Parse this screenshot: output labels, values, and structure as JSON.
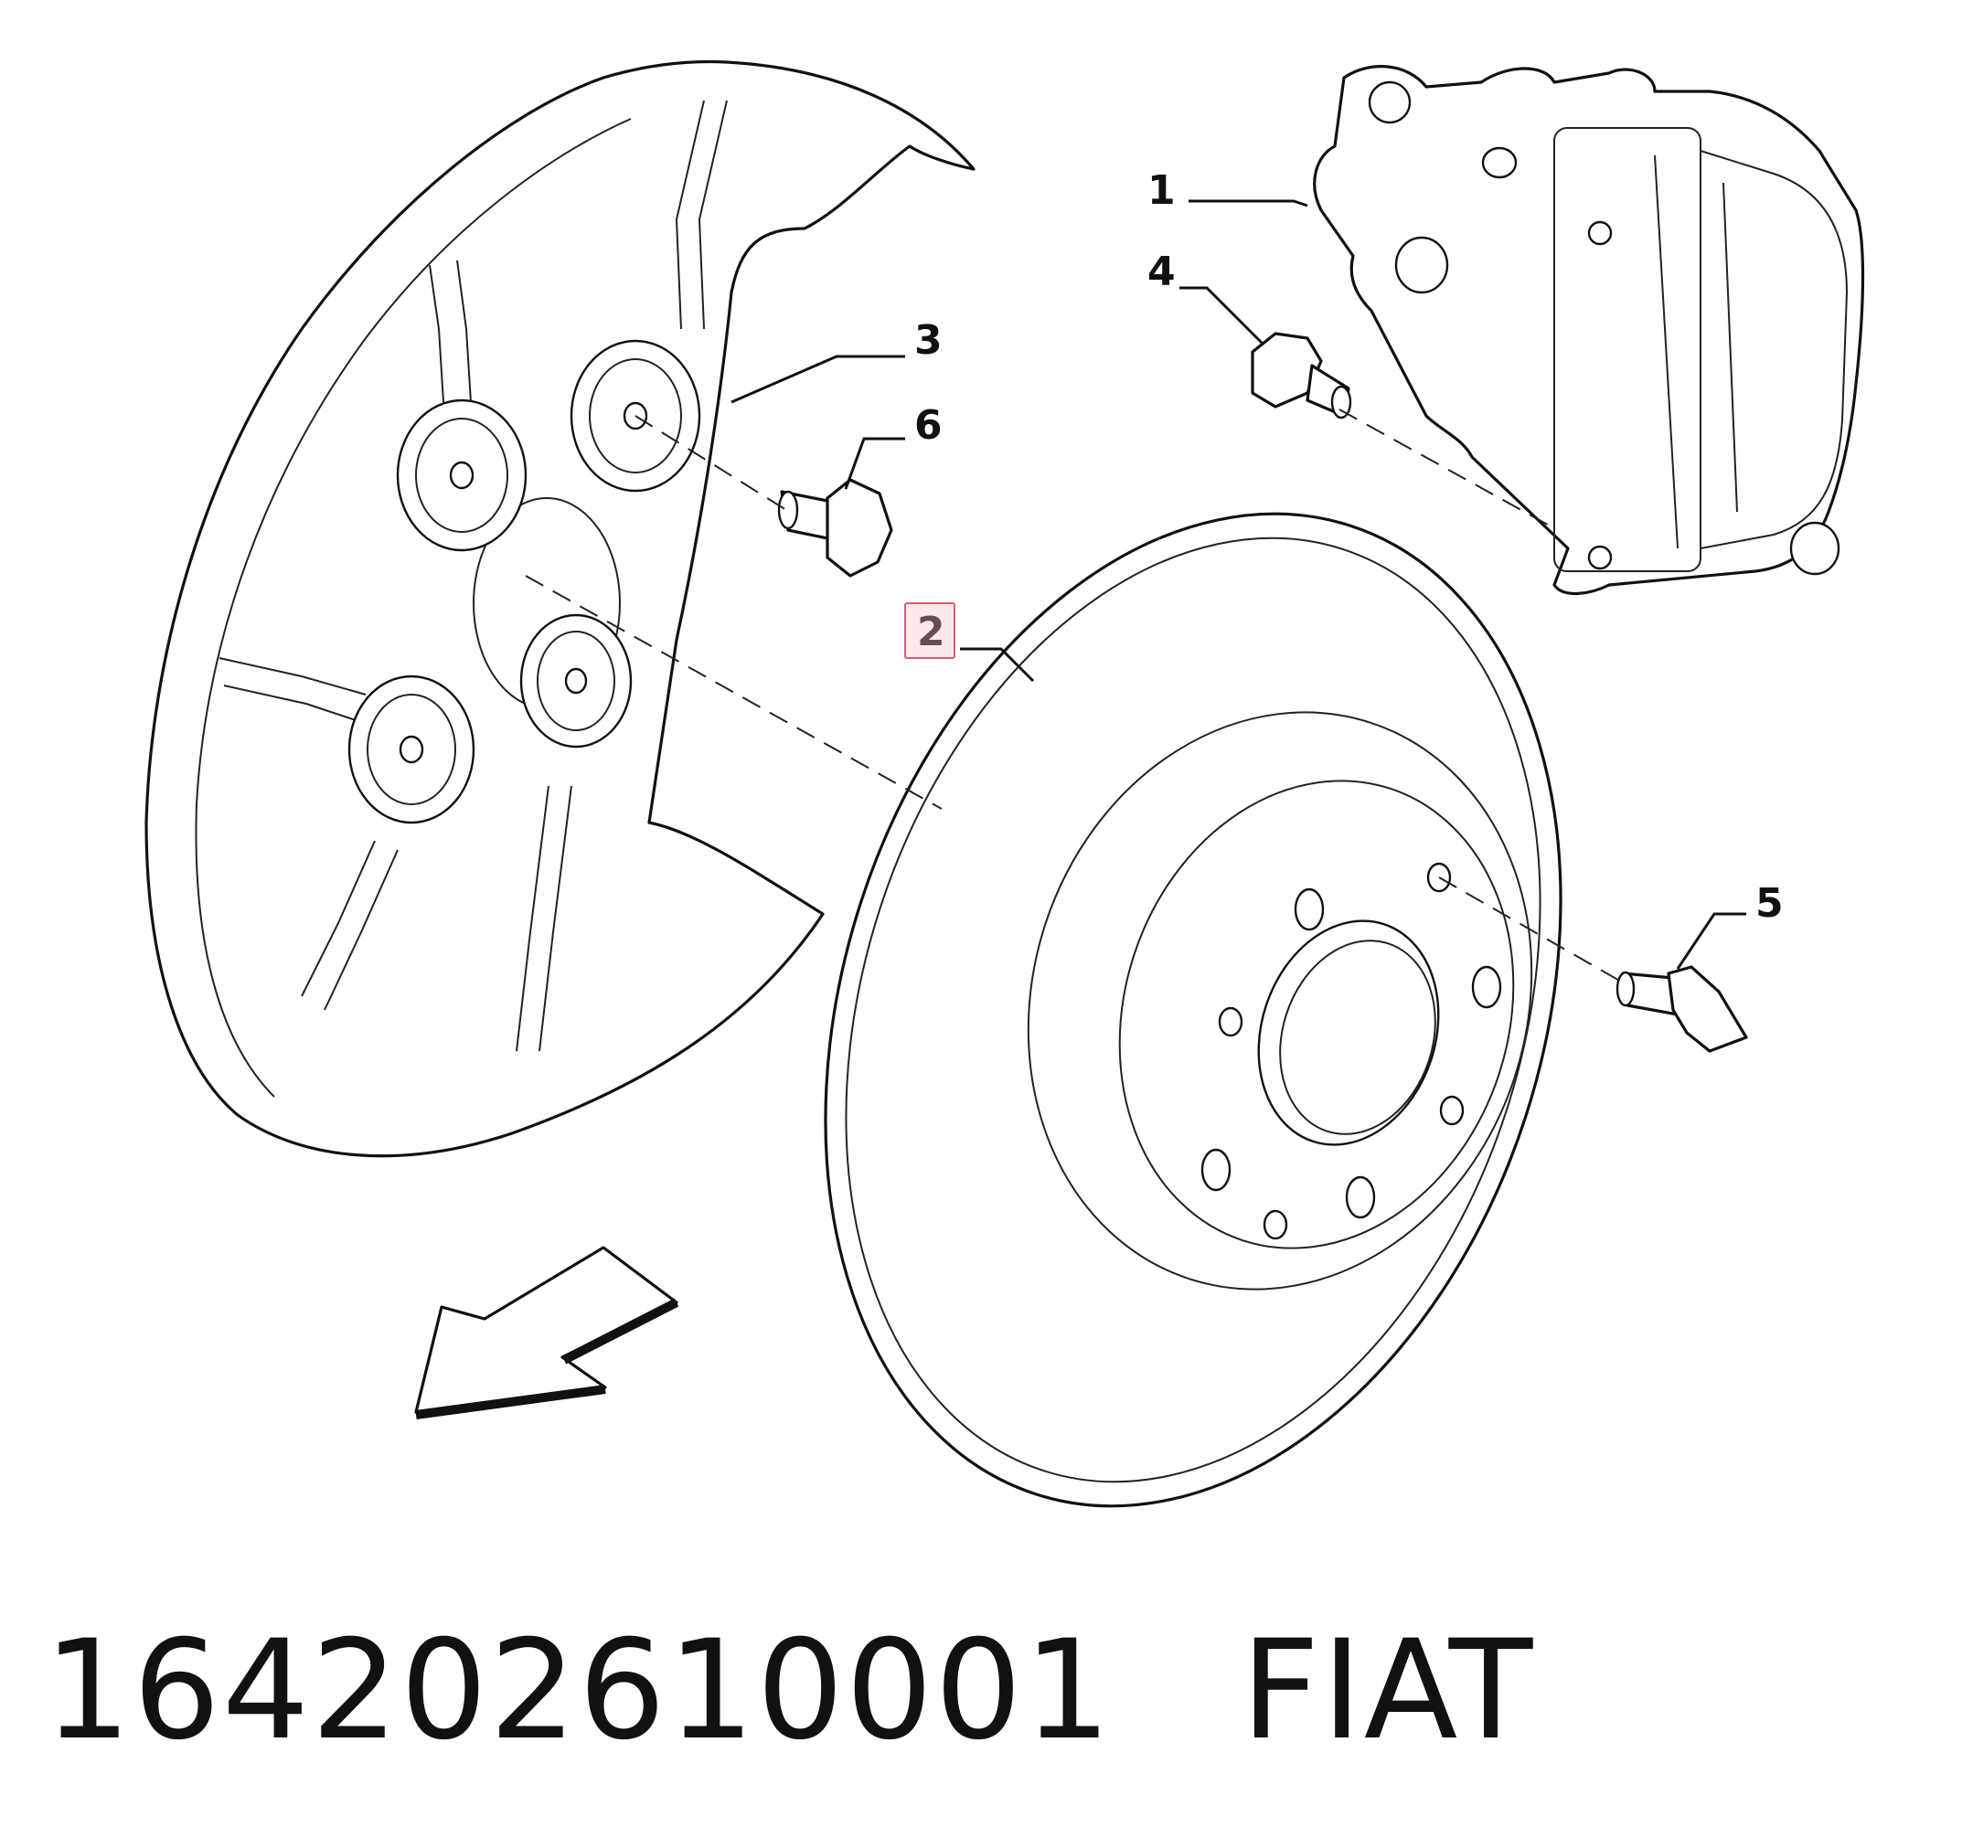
{
  "diagram": {
    "callouts": [
      {
        "id": "1",
        "label": "1",
        "highlighted": false
      },
      {
        "id": "2",
        "label": "2",
        "highlighted": true
      },
      {
        "id": "3",
        "label": "3",
        "highlighted": false
      },
      {
        "id": "4",
        "label": "4",
        "highlighted": false
      },
      {
        "id": "5",
        "label": "5",
        "highlighted": false
      },
      {
        "id": "6",
        "label": "6",
        "highlighted": false
      }
    ],
    "highlight_color": "#e05a6e",
    "highlight_fill": "#fbe9ec"
  },
  "caption": {
    "part_number": "164202610001",
    "brand": "FIAT"
  }
}
